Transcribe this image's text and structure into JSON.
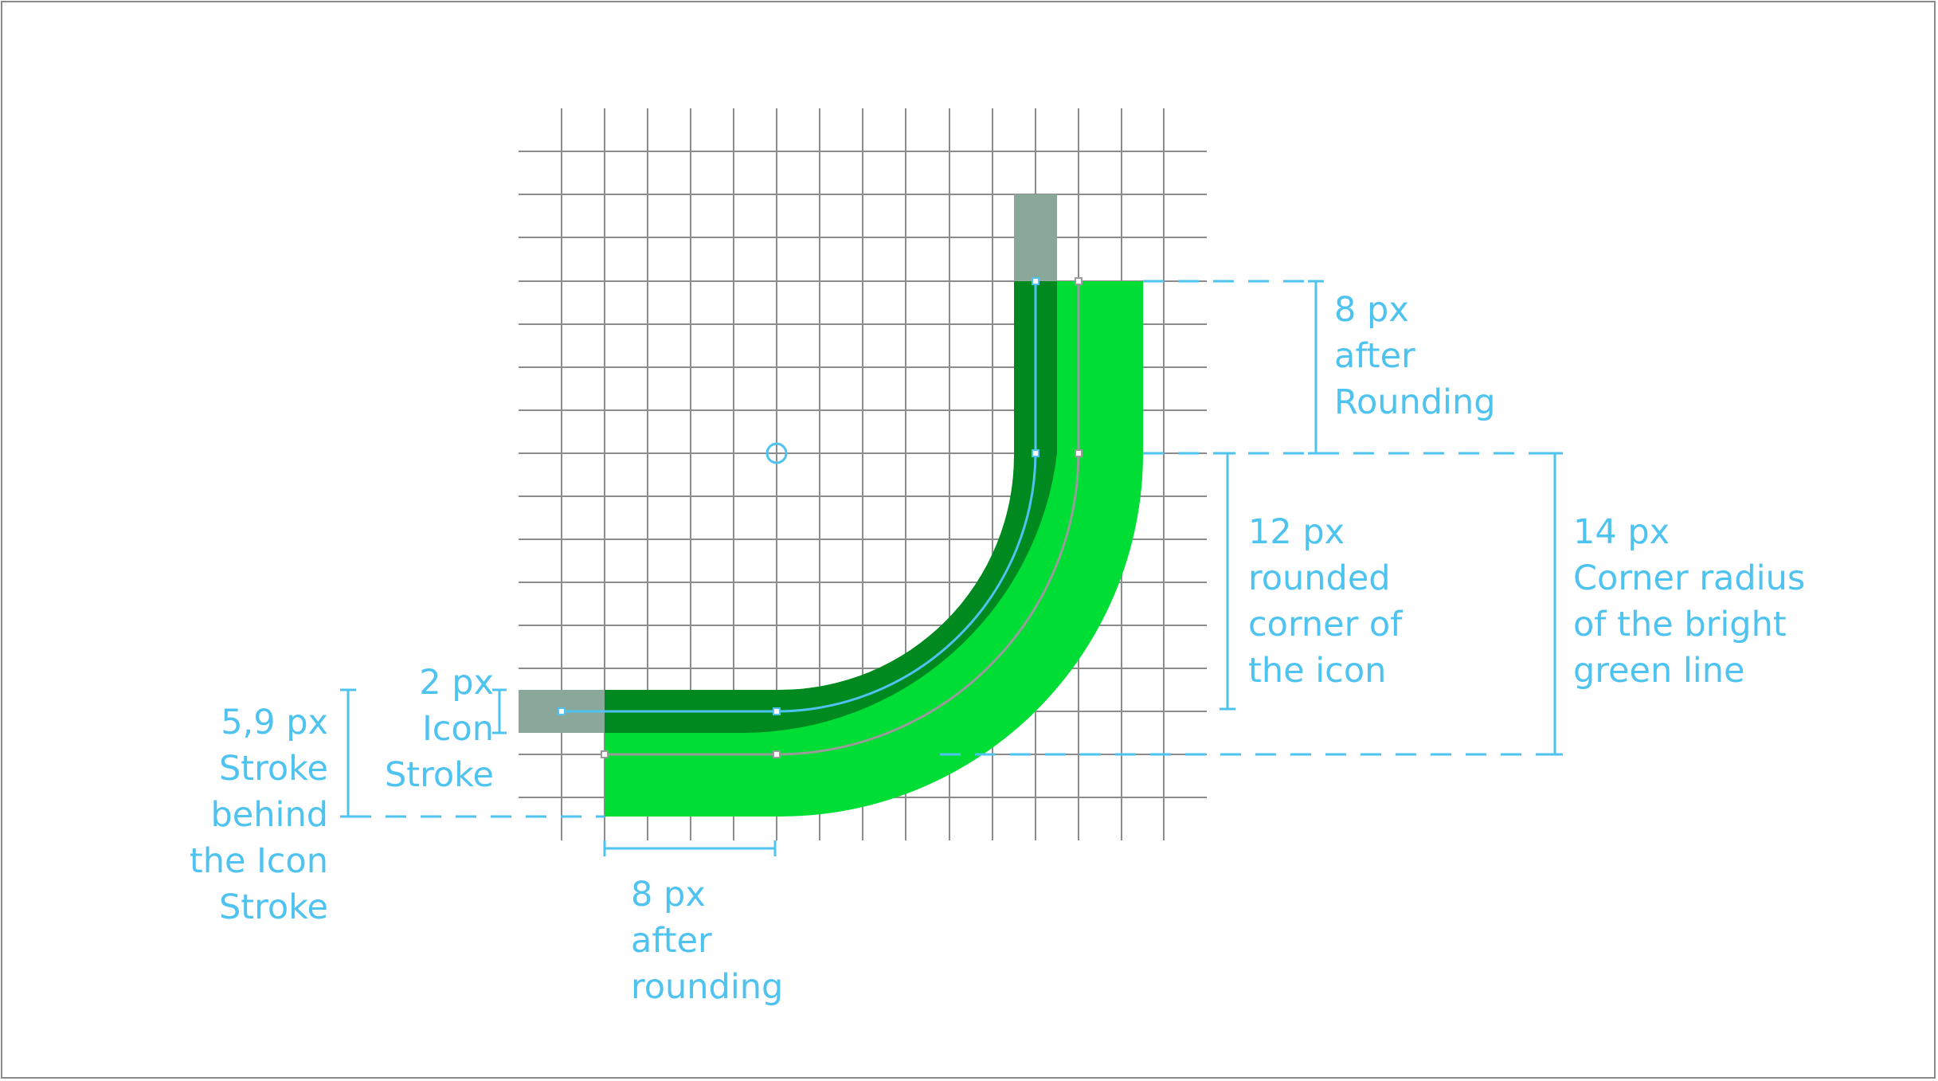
{
  "colors": {
    "grid": "#8c8c8c",
    "stroke_gray": "#8aa89a",
    "icon_stroke": "#00891e",
    "bright_green": "#00dd35",
    "annotation": "#4fc3f0",
    "path_gray": "#9a9a9a"
  },
  "annotations": {
    "top_right": [
      "8 px",
      "after",
      "Rounding"
    ],
    "middle": [
      "12 px",
      "rounded",
      "corner of",
      "the icon"
    ],
    "far_right": [
      "14 px",
      "Corner radius",
      "of the bright",
      "green line"
    ],
    "icon_stroke": [
      "2 px",
      "Icon",
      "Stroke"
    ],
    "behind_stroke": [
      "5,9 px",
      "Stroke",
      "behind",
      "the Icon",
      "Stroke"
    ],
    "bottom": [
      "8 px",
      "after",
      "rounding"
    ]
  }
}
